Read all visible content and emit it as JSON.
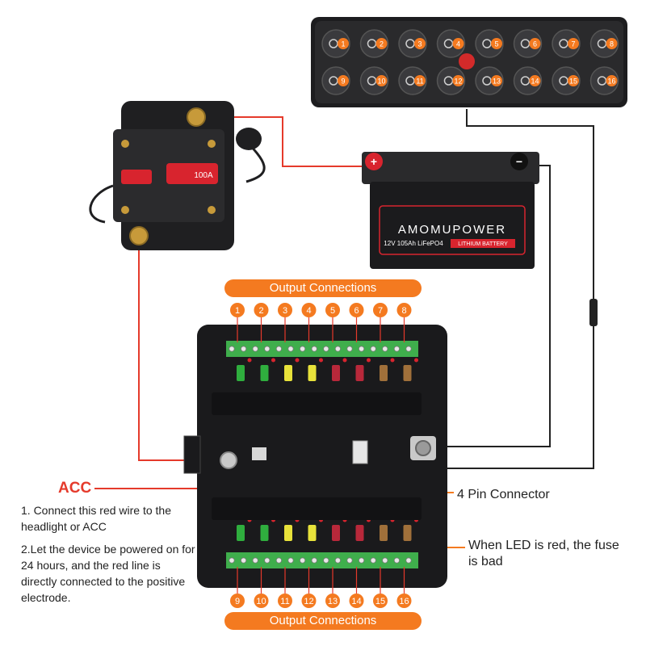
{
  "switch_panel": {
    "buttons_row1": [
      "1",
      "2",
      "3",
      "4",
      "5",
      "6",
      "7",
      "8"
    ],
    "buttons_row2": [
      "9",
      "10",
      "11",
      "12",
      "13",
      "14",
      "15",
      "16"
    ],
    "icons_row1": [
      "light-icon",
      "play-icon",
      "rotate-icon",
      "info-icon",
      "fan-icon",
      "dome-light-icon",
      "lock-icon",
      "wiper-icon"
    ],
    "icons_row2": [
      "minus-icon",
      "bag-icon",
      "refresh-icon",
      "rewind-icon",
      "sun-icon",
      "horn-icon",
      "parking-icon",
      "gear-icon"
    ]
  },
  "breaker": {
    "rating": "100A"
  },
  "battery": {
    "brand": "AMOMUPOWER",
    "spec": "12V 105Ah LiFePO4",
    "type_label": "LITHIUM BATTERY",
    "positive_symbol": "+",
    "negative_symbol": "−"
  },
  "fuse_box": {
    "top_label": "Output Connections",
    "bottom_label": "Output Connections",
    "top_outputs": [
      "1",
      "2",
      "3",
      "4",
      "5",
      "6",
      "7",
      "8"
    ],
    "bottom_outputs": [
      "9",
      "10",
      "11",
      "12",
      "13",
      "14",
      "15",
      "16"
    ],
    "fuse_colors_top": [
      "#2fae3e",
      "#2fae3e",
      "#e8e23a",
      "#e8e23a",
      "#b8283a",
      "#b8283a",
      "#a0703a",
      "#a0703a"
    ],
    "fuse_colors_bottom": [
      "#2fae3e",
      "#2fae3e",
      "#e8e23a",
      "#e8e23a",
      "#b8283a",
      "#b8283a",
      "#a0703a",
      "#a0703a"
    ]
  },
  "annotations": {
    "acc_title": "ACC",
    "acc_note_1": "1. Connect this red wire to the headlight or ACC",
    "acc_note_2": "2.Let the device be powered on for 24 hours, and the red line is directly connected to the positive electrode.",
    "connector_label": "4 Pin Connector",
    "led_note": "When LED is red, the fuse is bad"
  },
  "colors": {
    "accent": "#f47a20",
    "wire_red": "#e53a2b",
    "wire_black": "#222222",
    "panel": "#1d1d1f"
  }
}
